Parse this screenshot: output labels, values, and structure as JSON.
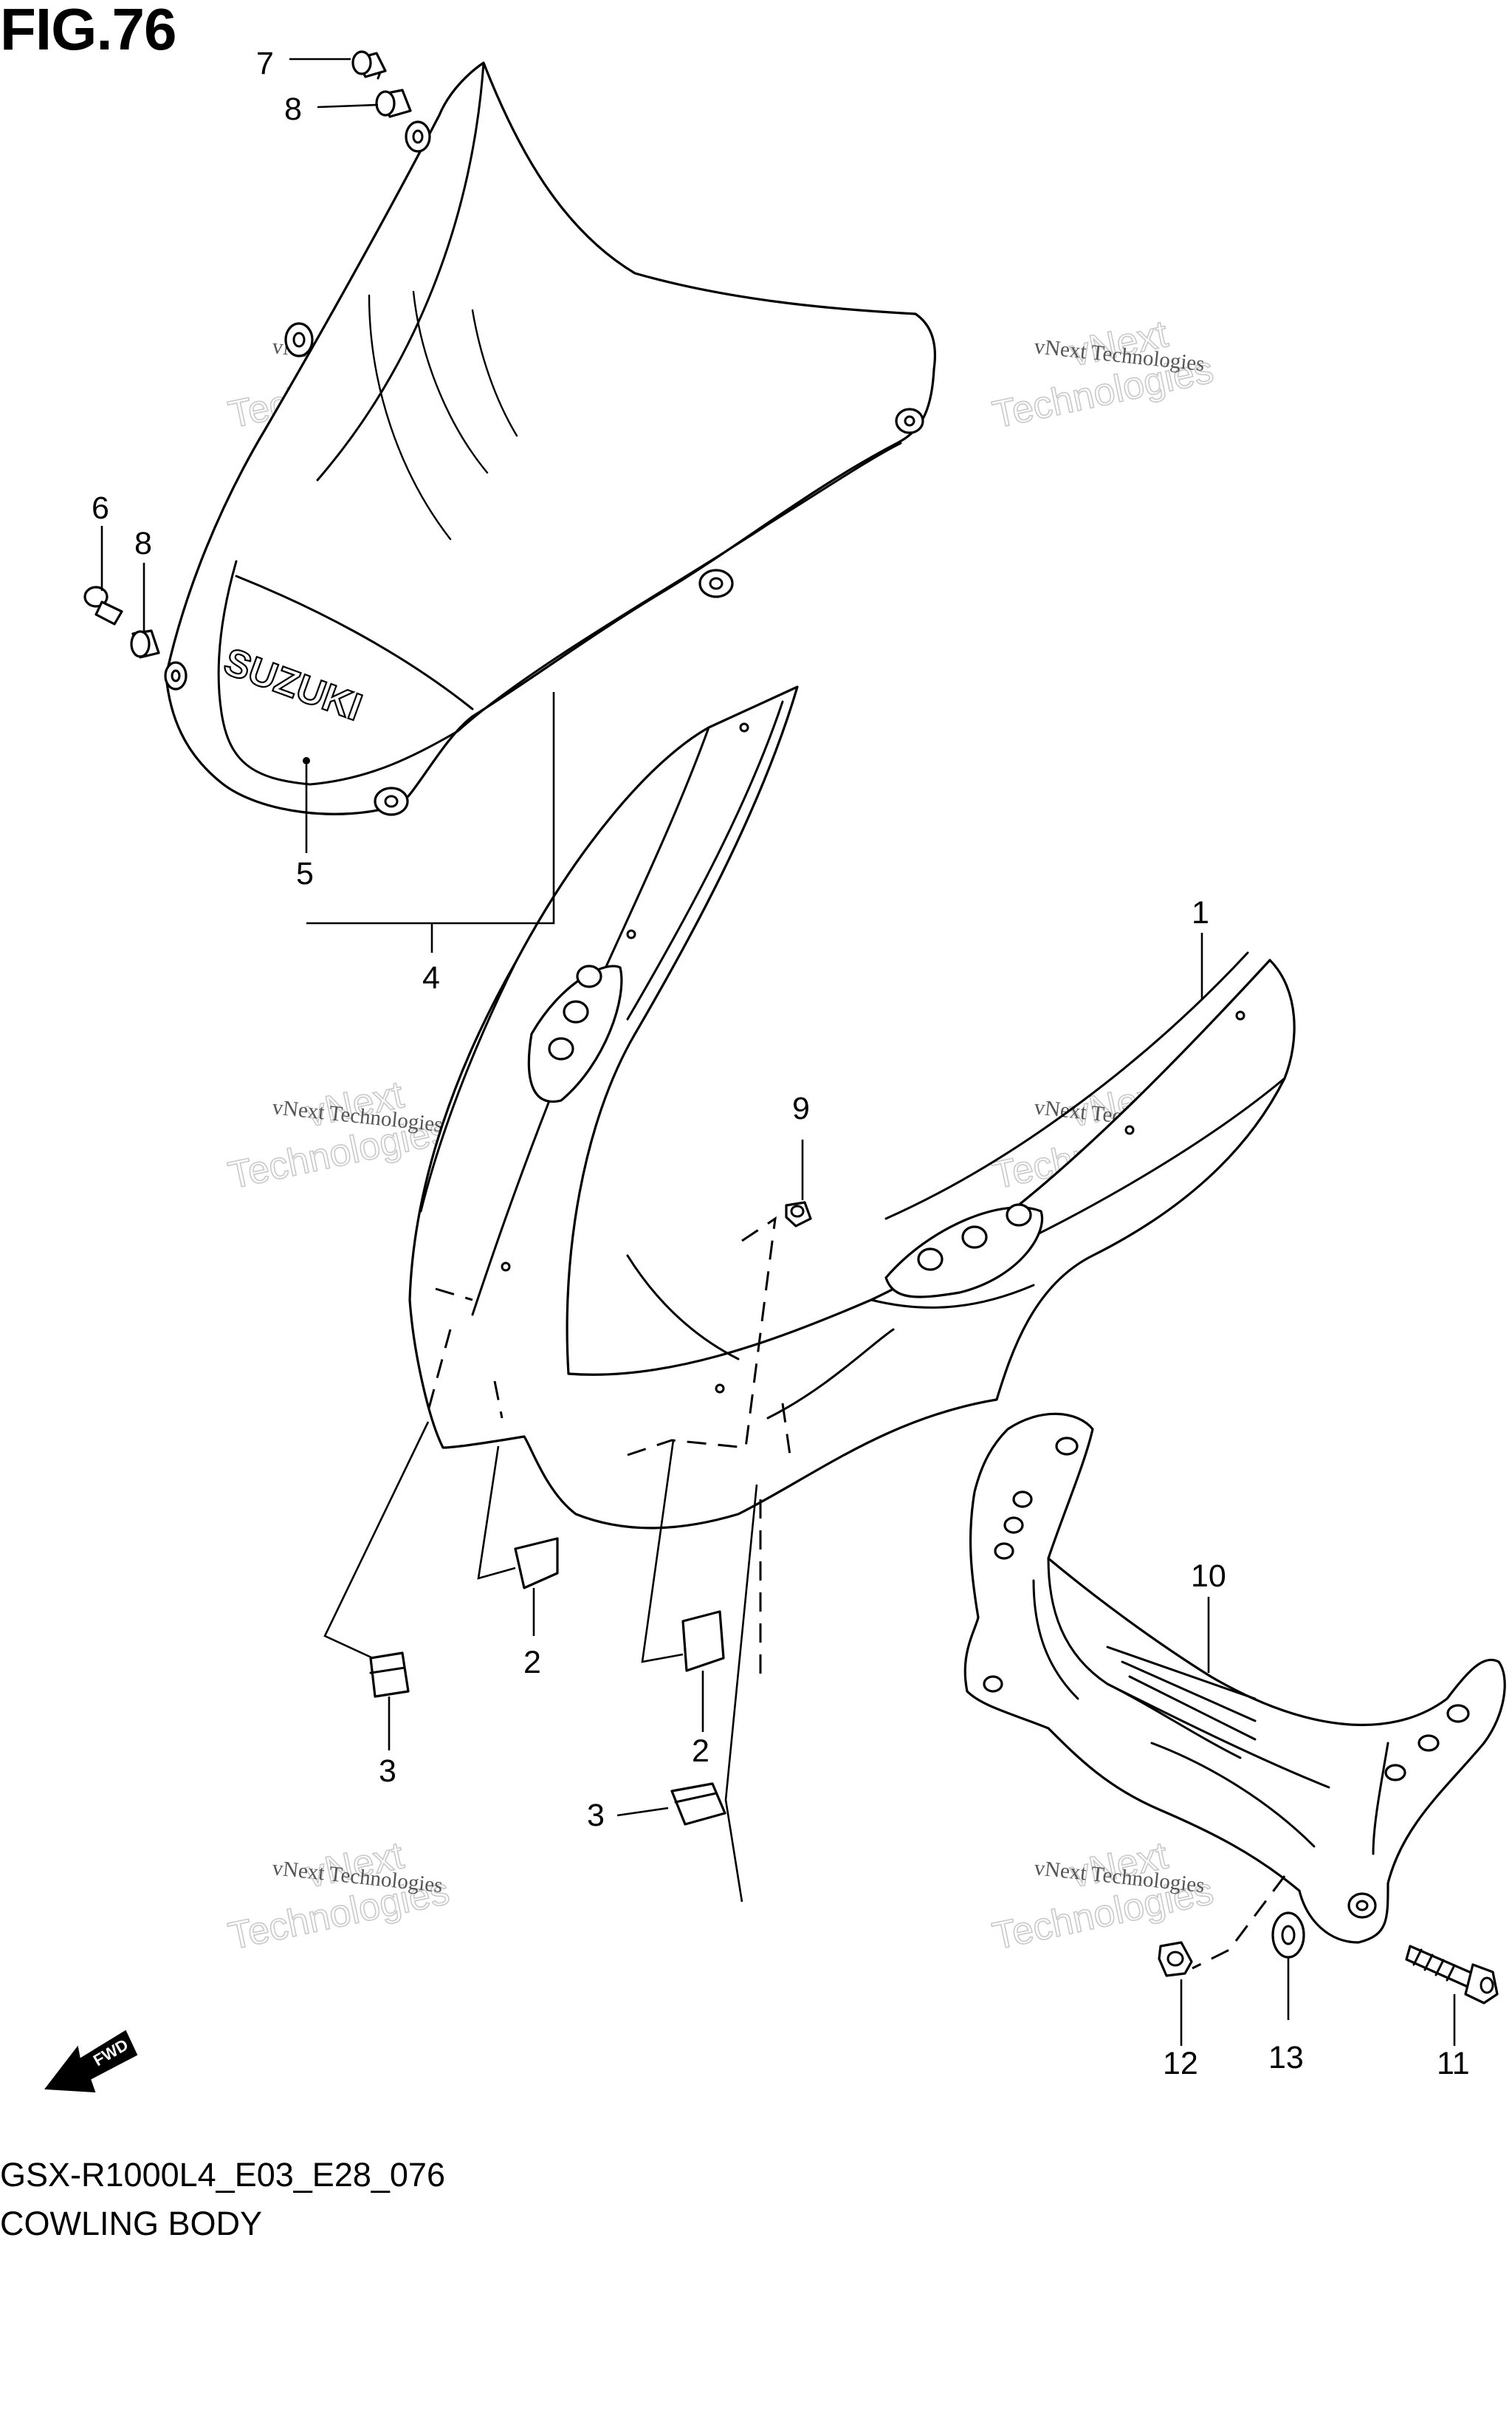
{
  "figure": {
    "title": "FIG.76",
    "code": "GSX-R1000L4_E03_E28_076",
    "name": "COWLING BODY"
  },
  "emblem": {
    "text": "SUZUKI"
  },
  "fwd_marker": {
    "text": "FWD"
  },
  "watermark": {
    "small": "vNext Technologies",
    "large_line1": "vNext",
    "large_line2": "Technologies"
  },
  "callouts": {
    "p1": "1",
    "p2a": "2",
    "p2b": "2",
    "p3a": "3",
    "p3b": "3",
    "p4": "4",
    "p5": "5",
    "p6": "6",
    "p7": "7",
    "p8a": "8",
    "p8b": "8",
    "p9": "9",
    "p10": "10",
    "p11": "11",
    "p12": "12",
    "p13": "13"
  }
}
